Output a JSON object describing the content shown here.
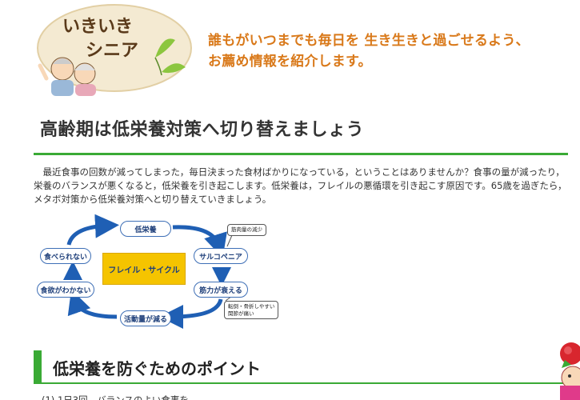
{
  "header": {
    "logo_line1": "いきいき",
    "logo_line2": "シニア",
    "tagline_line1": "誰もがいつまでも毎日を 生き生きと過ごせるよう、",
    "tagline_line2": "お薦め情報を紹介します。"
  },
  "article": {
    "title": "高齢期は低栄養対策へ切り替えましょう",
    "intro": "最近食事の回数が減ってしまった，毎日決まった食材ばかりになっている，ということはありませんか？食事の量が減ったり，栄養のバランスが悪くなると，低栄養を引き起こします。低栄養は，フレイルの悪循環を引き起こす原因です。65歳を過ぎたら，メタボ対策から低栄養対策へと切り替えていきましょう。"
  },
  "diagram": {
    "center": "フレイル・サイクル",
    "nodes": {
      "undernutrition": "低栄養",
      "sarcopenia": "サルコペニア",
      "muscle_weak": "筋力が衰える",
      "activity_down": "活動量が減る",
      "no_appetite": "食欲がわかない",
      "cannot_eat": "食べられない"
    },
    "callout_muscle": "筋肉量の減少",
    "callout_falls_line1": "転倒・骨折しやすい",
    "callout_falls_line2": "関節が痛い"
  },
  "section": {
    "title": "低栄養を防ぐためのポイント",
    "first_point": "(1) 1日3回，バランスのよい食事を"
  },
  "colors": {
    "accent_green": "#3aaa35",
    "tagline_orange": "#d9791a",
    "diagram_blue": "#1f5fb4",
    "center_yellow": "#f5c400"
  }
}
